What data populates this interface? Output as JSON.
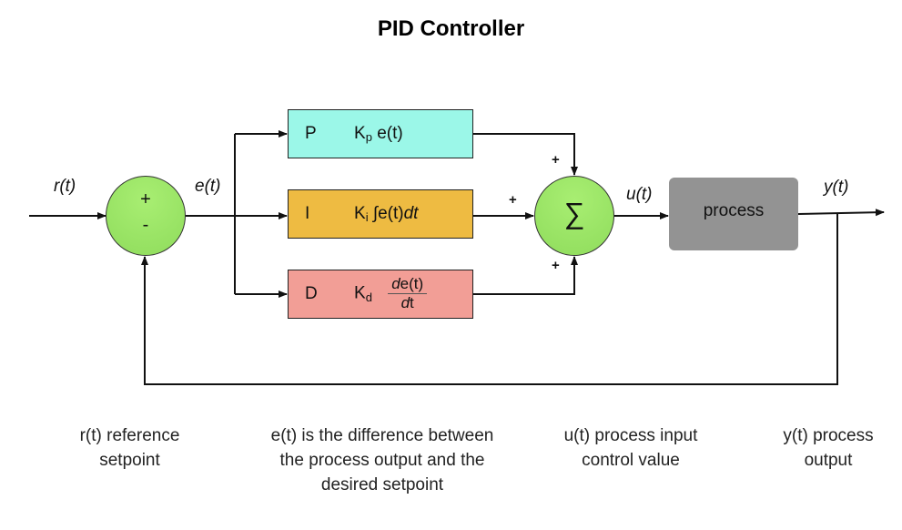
{
  "title": "PID Controller",
  "signals": {
    "reference": "r(t)",
    "error": "e(t)",
    "control": "u(t)",
    "output": "y(t)"
  },
  "summing_junction_1": {
    "plus": "+",
    "minus": "-"
  },
  "summing_junction_2": {
    "symbol": "∑",
    "signs": [
      "+",
      "+",
      "+"
    ]
  },
  "blocks": [
    {
      "letter": "P",
      "gain": "K",
      "gain_sub": "p",
      "expr": "e(t)",
      "color": "#9bf7e8"
    },
    {
      "letter": "I",
      "gain": "K",
      "gain_sub": "i",
      "expr_pre": "∫e(t)",
      "expr_italic": "dt",
      "color": "#eebb42"
    },
    {
      "letter": "D",
      "gain": "K",
      "gain_sub": "d",
      "num_italic": "d",
      "num_rest": "e(t)",
      "den_italic": "d",
      "den_rest": "t",
      "color": "#f29e96"
    }
  ],
  "process": {
    "label": "process",
    "color": "#939393"
  },
  "captions": {
    "reference": [
      "r(t) reference",
      "setpoint"
    ],
    "error": [
      "e(t) is the difference between",
      "the process output and the",
      "desired setpoint"
    ],
    "control": [
      "u(t) process input",
      "control value"
    ],
    "output": [
      "y(t) process",
      "output"
    ]
  }
}
